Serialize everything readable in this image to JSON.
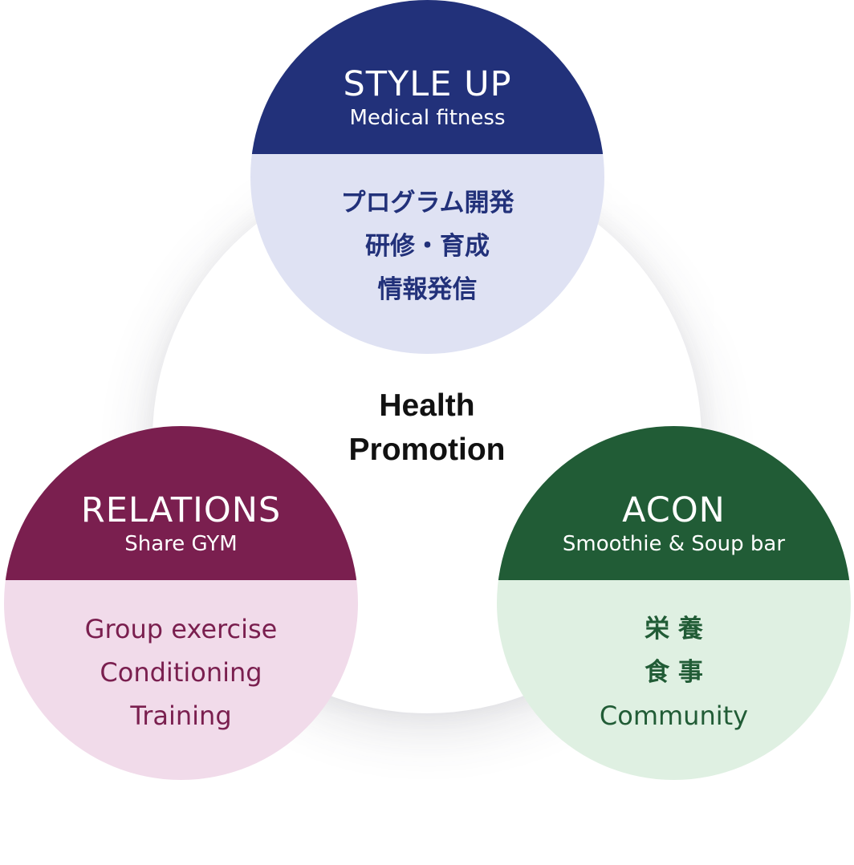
{
  "center": {
    "line1": "Health",
    "line2": "Promotion"
  },
  "circles": {
    "style_up": {
      "title": "STYLE UP",
      "subtitle": "Medical fitness",
      "items": [
        "プログラム開発",
        "研修・育成",
        "情報発信"
      ],
      "colors": {
        "header": "#22317a",
        "body": "#dfe2f3"
      }
    },
    "relations": {
      "title": "RELATIONS",
      "subtitle": "Share GYM",
      "items": [
        "Group exercise",
        "Conditioning",
        "Training"
      ],
      "colors": {
        "header": "#7a1f4f",
        "body": "#f1dbea"
      }
    },
    "acon": {
      "title": "ACON",
      "subtitle": "Smoothie & Soup bar",
      "items": [
        "栄 養",
        "食 事",
        "Community"
      ],
      "colors": {
        "header": "#215c36",
        "body": "#dff0e2"
      }
    }
  }
}
